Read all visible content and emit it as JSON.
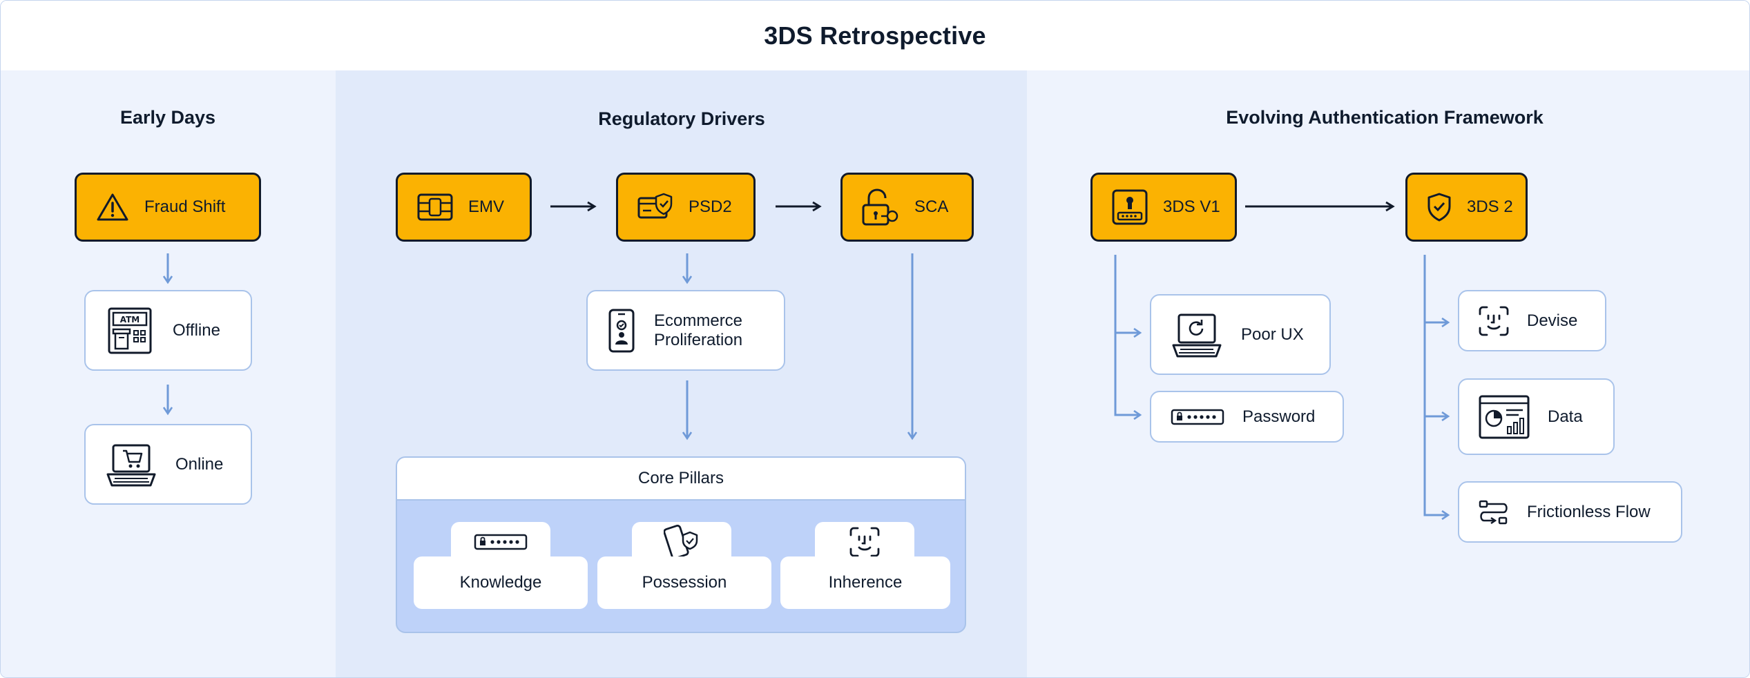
{
  "title": "3DS Retrospective",
  "sections": {
    "early_days": {
      "title": "Early Days",
      "fraud_shift": "Fraud Shift",
      "offline": "Offline",
      "online": "Online"
    },
    "regulatory": {
      "title": "Regulatory Drivers",
      "emv": "EMV",
      "psd2": "PSD2",
      "sca": "SCA",
      "ecommerce": "Ecommerce\nProliferation",
      "core_pillars": {
        "title": "Core Pillars",
        "items": [
          "Knowledge",
          "Possession",
          "Inherence"
        ]
      }
    },
    "evolving": {
      "title": "Evolving Authentication Framework",
      "v1": "3DS V1",
      "v2": "3DS 2",
      "poor_ux": "Poor UX",
      "password": "Password",
      "devise": "Devise",
      "data": "Data",
      "frictionless": "Frictionless Flow"
    }
  },
  "colors": {
    "accent": "#fbb202",
    "outline": "#111a2a",
    "connector": "#6f9ad8",
    "card_border": "#a9c3ea",
    "panel_light": "#eef3fd",
    "panel_mid": "#e1eafa",
    "pillars_bg": "#bed2f9"
  },
  "icons": {
    "fraud_shift": "warning-icon",
    "offline": "atm-icon",
    "online": "laptop-cart-icon",
    "emv": "chip-icon",
    "psd2": "card-shield-icon",
    "sca": "lock-key-icon",
    "ecommerce": "phone-user-icon",
    "knowledge": "password-field-icon",
    "possession": "phone-shield-icon",
    "inherence": "face-id-icon",
    "v1": "terminal-icon",
    "v2": "shield-check-icon",
    "poor_ux": "laptop-refresh-icon",
    "password": "password-field-icon",
    "devise": "face-scan-icon",
    "data": "dashboard-icon",
    "frictionless": "flow-icon"
  }
}
